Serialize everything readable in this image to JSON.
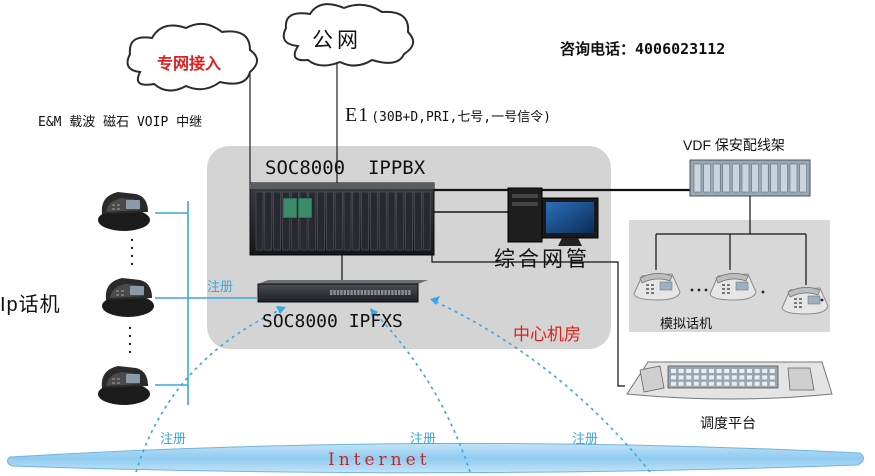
{
  "clouds": {
    "private": "专网接入",
    "public": "公网"
  },
  "hotline": "咨询电话：4006023112",
  "trunk_types": "E&M 载波 磁石 VOIP 中继",
  "e1_prefix": "E1",
  "e1_detail": "(30B+D,PRI,七号,一号信令)",
  "devices": {
    "ippbx": "SOC8000  IPPBX",
    "ipfxs": "SOC8000 IPFXS",
    "management": "综合网管",
    "vdf": "VDF 保安配线架",
    "analog_phones": "模拟话机",
    "dispatch": "调度平台",
    "ip_phones": "Ip话机"
  },
  "room_label": "中心机房",
  "register_labels": [
    "注册",
    "注册",
    "注册",
    "注册"
  ],
  "internet": "Internet",
  "colors": {
    "panel": "#d4d4d4",
    "line_blue": "#3aa7e0",
    "internet_band": "#aad6f2",
    "accent_red": "#e02020"
  }
}
